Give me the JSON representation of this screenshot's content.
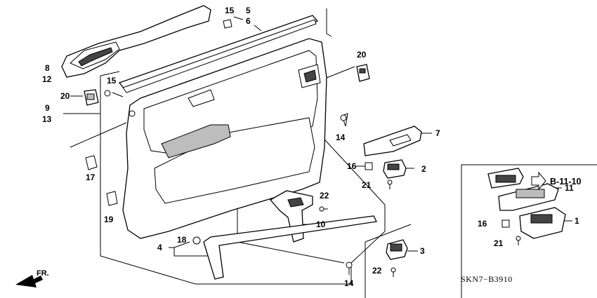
{
  "callouts": [
    {
      "id": "c15a",
      "text": "15"
    },
    {
      "id": "c5",
      "text": "5"
    },
    {
      "id": "c6",
      "text": "6"
    },
    {
      "id": "c8",
      "text": "8"
    },
    {
      "id": "c12",
      "text": "12"
    },
    {
      "id": "c20a",
      "text": "20"
    },
    {
      "id": "c15b",
      "text": "15"
    },
    {
      "id": "c20b",
      "text": "20"
    },
    {
      "id": "c9",
      "text": "9"
    },
    {
      "id": "c13",
      "text": "13"
    },
    {
      "id": "c14a",
      "text": "14"
    },
    {
      "id": "c7",
      "text": "7"
    },
    {
      "id": "c16a",
      "text": "16"
    },
    {
      "id": "c2",
      "text": "2"
    },
    {
      "id": "c21a",
      "text": "21"
    },
    {
      "id": "c17",
      "text": "17"
    },
    {
      "id": "c22a",
      "text": "22"
    },
    {
      "id": "c19",
      "text": "19"
    },
    {
      "id": "c10",
      "text": "10"
    },
    {
      "id": "c4",
      "text": "4"
    },
    {
      "id": "c18",
      "text": "18"
    },
    {
      "id": "c3",
      "text": "3"
    },
    {
      "id": "c22b",
      "text": "22"
    },
    {
      "id": "c14b",
      "text": "14"
    },
    {
      "id": "c11",
      "text": "11"
    },
    {
      "id": "c16b",
      "text": "16"
    },
    {
      "id": "c1",
      "text": "1"
    },
    {
      "id": "c21b",
      "text": "21"
    }
  ],
  "reference": "B-11-10",
  "diagram_code": "SKN7−B3910",
  "direction": "FR."
}
